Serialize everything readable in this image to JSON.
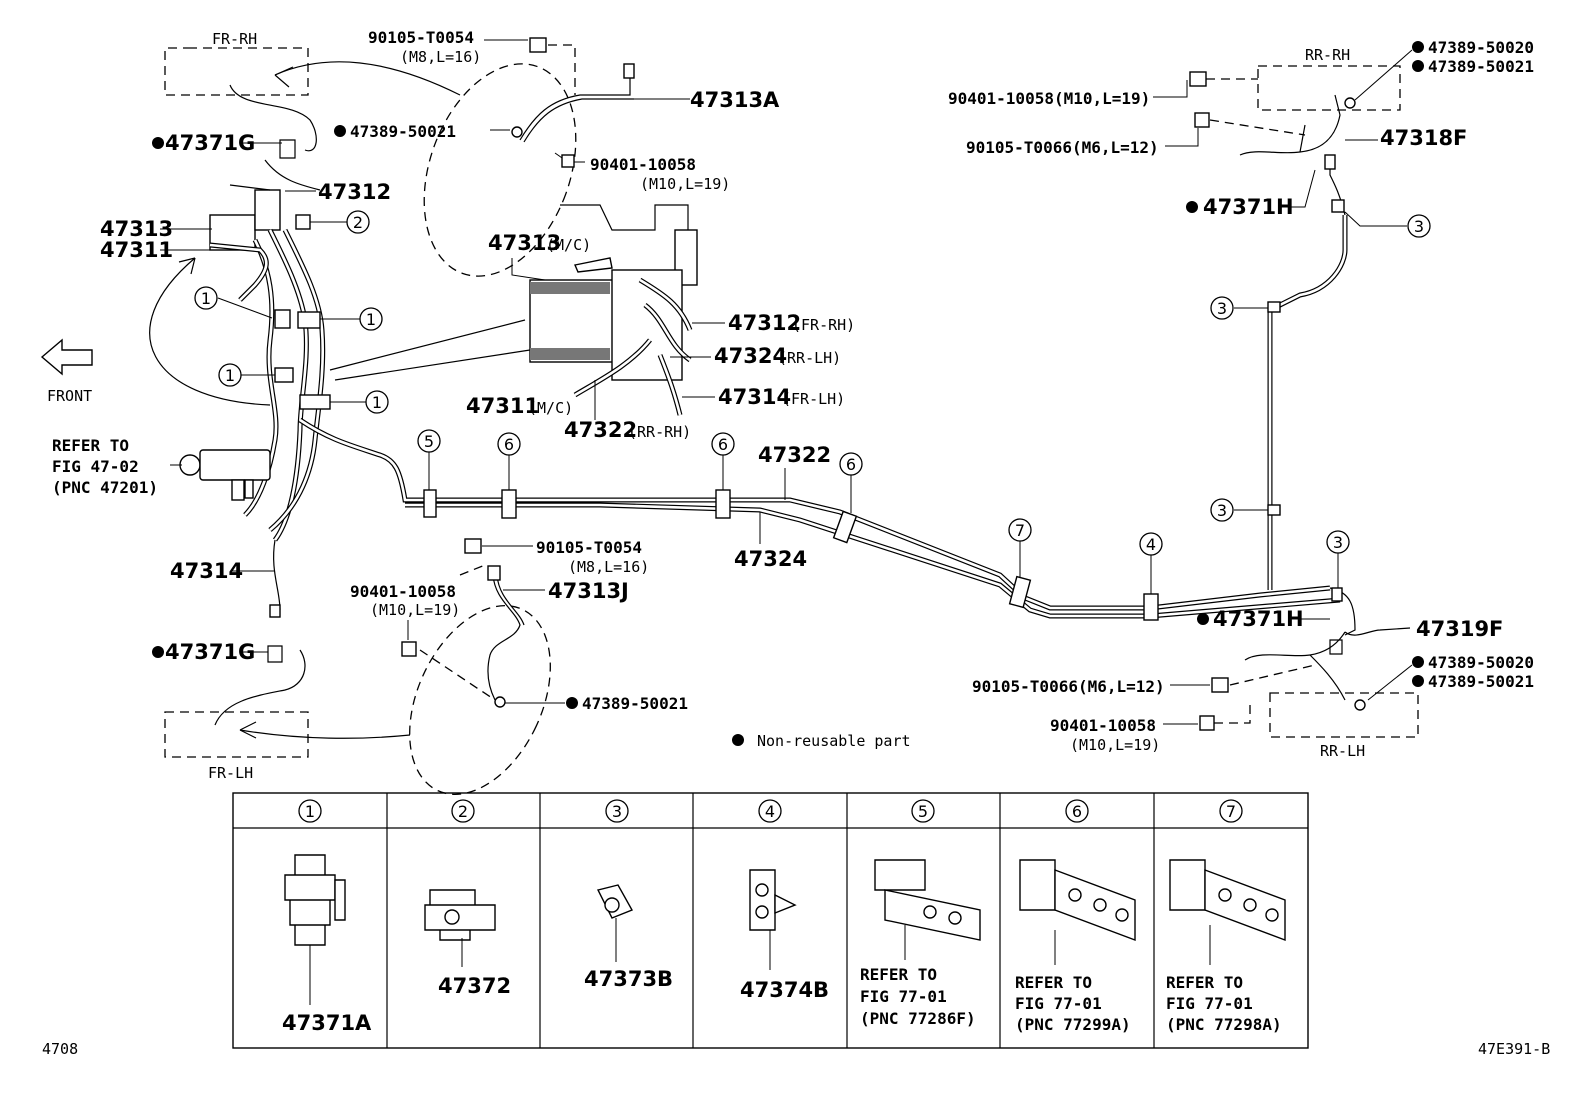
{
  "corner": {
    "left": "4708",
    "right": "47E391-B"
  },
  "regions": {
    "fr_rh": "FR-RH",
    "fr_lh": "FR-LH",
    "rr_rh": "RR-RH",
    "rr_lh": "RR-LH"
  },
  "front_label": "FRONT",
  "refer_master": {
    "line1": "REFER TO",
    "line2": "FIG 47-02",
    "line3": "(PNC 47201)"
  },
  "legend": {
    "text": "Non-reusable part"
  },
  "callouts": {
    "c1": "47371G",
    "c2": "47389-50021",
    "c3": "90105-T0054",
    "c3s": "(M8,L=16)",
    "c4": "47313A",
    "c5": "90401-10058",
    "c5s": "(M10,L=19)",
    "c6": "47312",
    "c7": "47313",
    "c8": "47311",
    "c9": "47313",
    "c9s": "(M/C)",
    "c10": "47312",
    "c10s": "(FR-RH)",
    "c11": "47324",
    "c11s": "(RR-LH)",
    "c12": "47314",
    "c12s": "(FR-LH)",
    "c13": "47311",
    "c13s": "(M/C)",
    "c14": "47322",
    "c14s": "(RR-RH)",
    "c15": "47322",
    "c16": "47324",
    "c17": "47314",
    "c18": "90105-T0054",
    "c18s": "(M8,L=16)",
    "c19": "90401-10058",
    "c19s": "(M10,L=19)",
    "c20": "47313J",
    "c21": "47371G",
    "c22": "47389-50021",
    "c23": "47389-50020",
    "c24": "47389-50021",
    "c25": "90401-10058(M10,L=19)",
    "c26": "90105-T0066(M6,L=12)",
    "c27": "47318F",
    "c28": "47371H",
    "c29": "47371H",
    "c30": "47319F",
    "c31": "47389-50020",
    "c32": "47389-50021",
    "c33": "90105-T0066(M6,L=12)",
    "c34": "90401-10058",
    "c34s": "(M10,L=19)"
  },
  "table": {
    "headers": [
      "1",
      "2",
      "3",
      "4",
      "5",
      "6",
      "7"
    ],
    "cells": [
      {
        "part": "47371A"
      },
      {
        "part": "47372"
      },
      {
        "part": "47373B"
      },
      {
        "part": "47374B"
      },
      {
        "ref1": "REFER TO",
        "ref2": "FIG 77-01",
        "ref3": "(PNC 77286F)"
      },
      {
        "ref1": "REFER TO",
        "ref2": "FIG 77-01",
        "ref3": "(PNC 77299A)"
      },
      {
        "ref1": "REFER TO",
        "ref2": "FIG 77-01",
        "ref3": "(PNC 77298A)"
      }
    ]
  }
}
